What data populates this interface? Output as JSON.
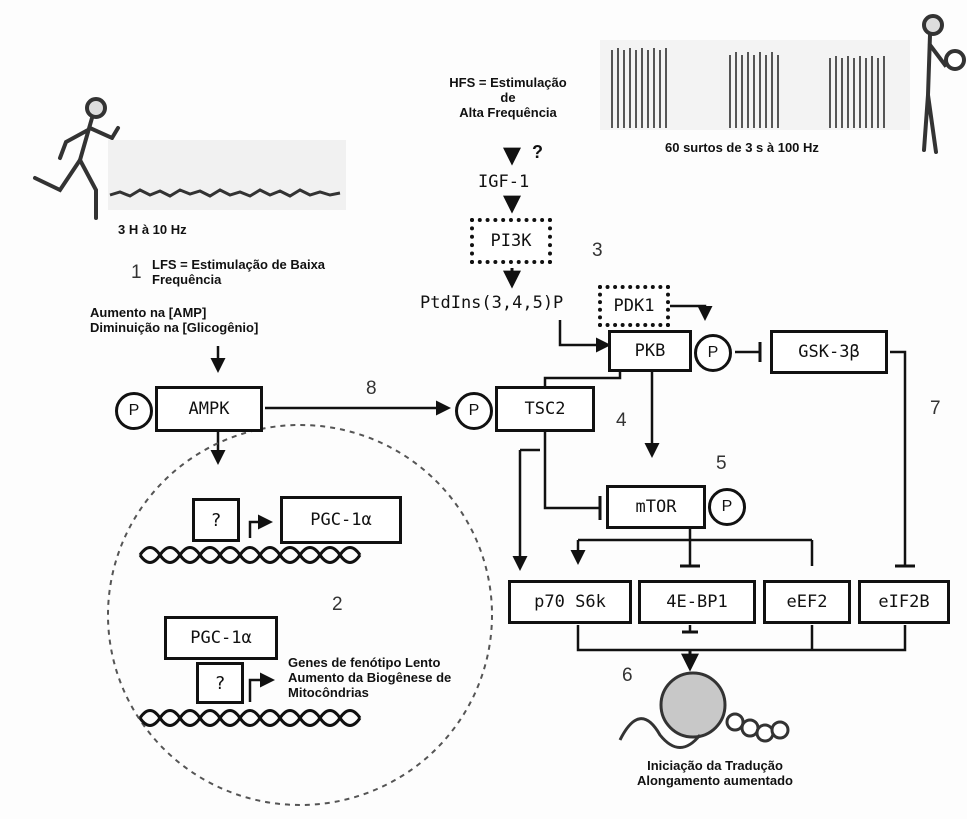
{
  "hfs_label": "HFS = Estimulação\nde\nAlta Frequência",
  "hfs_question": "?",
  "hfs_caption": "60 surtos de 3 s à 100 Hz",
  "lfs_caption": "3 H à 10 Hz",
  "lfs_label": "LFS = Estimulação de Baixa\nFrequência",
  "amp_text": "Aumento na [AMP]\nDiminuição na [Glicogênio]",
  "numbers": {
    "n1": "1",
    "n2": "2",
    "n3": "3",
    "n4": "4",
    "n5": "5",
    "n6": "6",
    "n7": "7",
    "n8": "8"
  },
  "nodes": {
    "igf1": "IGF-1",
    "pi3k": "PI3K",
    "ptdins": "PtdIns(3,4,5)P",
    "pdk1": "PDK1",
    "pkb": "PKB",
    "gsk3b": "GSK-3β",
    "ampk": "AMPK",
    "tsc2": "TSC2",
    "mtor": "mTOR",
    "p70": "p70 S6k",
    "bp1": "4E-BP1",
    "eef2": "eEF2",
    "eif2b": "eIF2B",
    "pgc1a_top": "PGC-1α",
    "pgc1a_bottom": "PGC-1α",
    "unknown_top": "?",
    "unknown_bottom": "?",
    "phos": "P"
  },
  "genes_text": "Genes de fenótipo Lento\nAumento da Biogênese de\nMitocôndrias",
  "translation_text": "Iniciação da Tradução\nAlongamento aumentado"
}
